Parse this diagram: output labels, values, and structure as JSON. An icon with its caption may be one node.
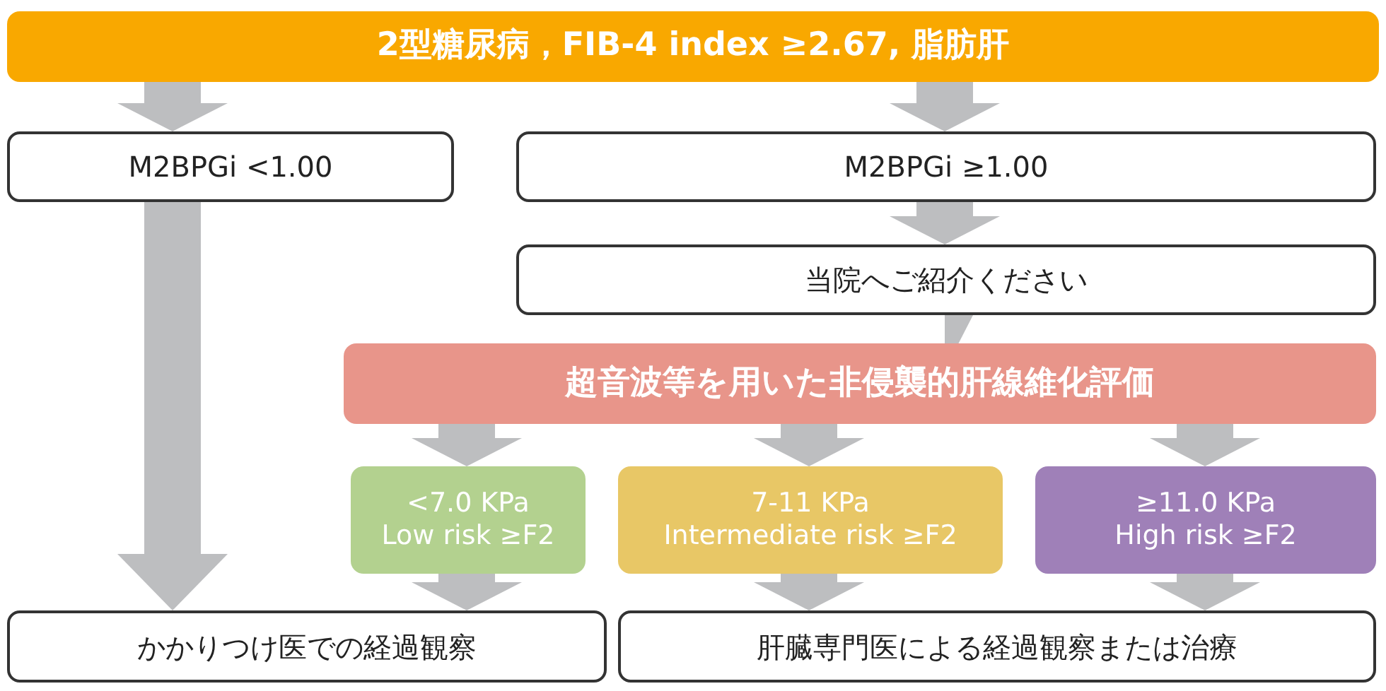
{
  "diagram": {
    "nodes": [
      {
        "text": [
          "2型糖尿病，FIB-4 index ≥2.67, 脂肪肝"
        ]
      },
      {
        "text": [
          "M2BPGi <1.00"
        ]
      },
      {
        "text": [
          "M2BPGi ≥1.00"
        ]
      },
      {
        "text": [
          "当院へご紹介ください"
        ]
      },
      {
        "text": [
          "超音波等を用いた非侵襲的肝線維化評価"
        ]
      },
      {
        "text": [
          "<7.0 KPa",
          "Low risk ≥F2"
        ]
      },
      {
        "text": [
          "7-11 KPa",
          "Intermediate risk ≥F2"
        ]
      },
      {
        "text": [
          "≥11.0 KPa",
          "High risk ≥F2"
        ]
      },
      {
        "text": [
          "かかりつけ医での経過観察"
        ]
      },
      {
        "text": [
          "肝臓専門医による経過観察または治療"
        ]
      }
    ],
    "edges": [
      {
        "from": 0,
        "to": 1,
        "arrow": "to"
      },
      {
        "from": 0,
        "to": 2,
        "arrow": "to"
      },
      {
        "from": 1,
        "to": 8,
        "arrow": "to"
      },
      {
        "from": 2,
        "to": 3,
        "arrow": "to"
      },
      {
        "from": 3,
        "to": 4,
        "arrow": "to"
      },
      {
        "from": 4,
        "to": 5,
        "arrow": "to"
      },
      {
        "from": 4,
        "to": 6,
        "arrow": "to"
      },
      {
        "from": 4,
        "to": 7,
        "arrow": "to"
      },
      {
        "from": 5,
        "to": 8,
        "arrow": "to"
      },
      {
        "from": 6,
        "to": 9,
        "arrow": "to"
      },
      {
        "from": 7,
        "to": 9,
        "arrow": "to"
      }
    ]
  }
}
